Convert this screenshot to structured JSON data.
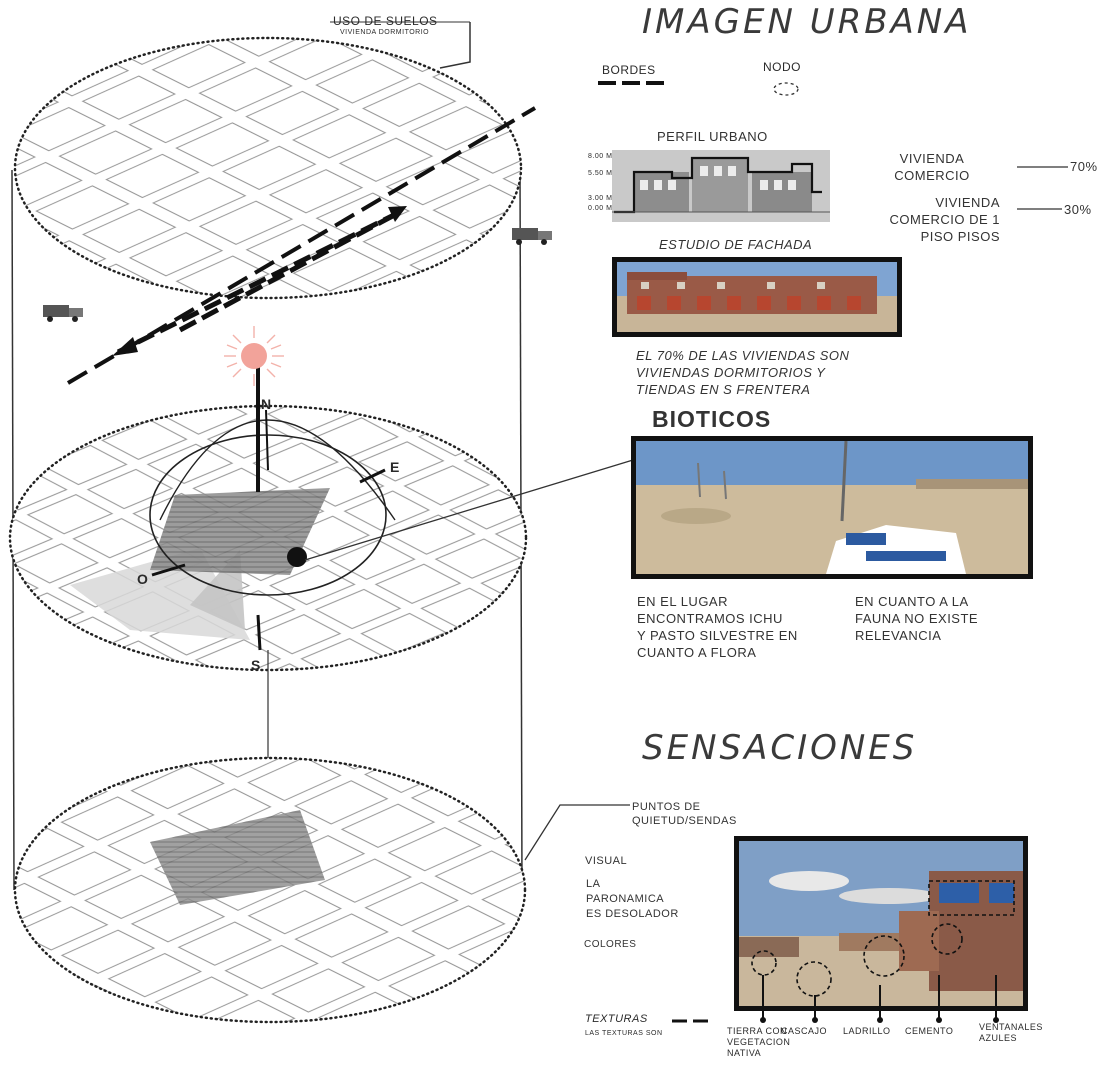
{
  "titles": {
    "imagen_urbana": "IMAGEN URBANA",
    "bioticos": "BIOTICOS",
    "sensaciones": "SENSACIONES"
  },
  "uso_de_suelos": {
    "label": "USO DE SUELOS",
    "sub": "VIVIENDA DORMITORIO"
  },
  "legend": {
    "bordes": "BORDES",
    "nodo": "NODO"
  },
  "perfil": {
    "title": "PERFIL URBANO",
    "heights": [
      "8.00 m",
      "5.50 m",
      "3.00 m",
      "0.00 m"
    ]
  },
  "uses": [
    {
      "label": "VIVIENDA\nCOMERCIO",
      "percent": "70%"
    },
    {
      "label": "VIVIENDA\nCOMERCIO DE 1\nPISO PISOS",
      "percent": "30%"
    }
  ],
  "fachada": {
    "title": "ESTUDIO DE FACHADA",
    "caption": "EL 70% DE  LAS VIVIENDAS  SON\nVIVIENDAS DORMITORIOS Y\nTIENDAS EN S FRENTERA"
  },
  "bioticos": {
    "flora": "EN EL LUGAR\nENCONTRAMOS ICHU\nY PASTO SILVESTRE EN\nCUANTO A FLORA",
    "fauna": "EN CUANTO A LA\nFAUNA NO EXISTE\nRELEVANCIA"
  },
  "compass": {
    "n": "N",
    "e": "E",
    "o": "O",
    "s": "S"
  },
  "sensaciones": {
    "puntos": "PUNTOS DE\nQUIETUD/SENDAS",
    "visual": "VISUAL",
    "panoramica": "LA\nPARONAMICA\nES DESOLADOR",
    "colores": "COLORES",
    "texturas": "TEXTURAS",
    "texturas_sub": "LAS TEXTURAS SON",
    "materials": [
      "TIERRA CON\nVEGETACION\nNATIVA",
      "CASCAJO",
      "LADRILLO",
      "CEMENTO",
      "VENTANALES\nAZULES"
    ]
  },
  "colors": {
    "sun": "#f2a39a",
    "sky": "#6d96c8",
    "ground": "#cdbb9c",
    "brick": "#9a5a47"
  }
}
